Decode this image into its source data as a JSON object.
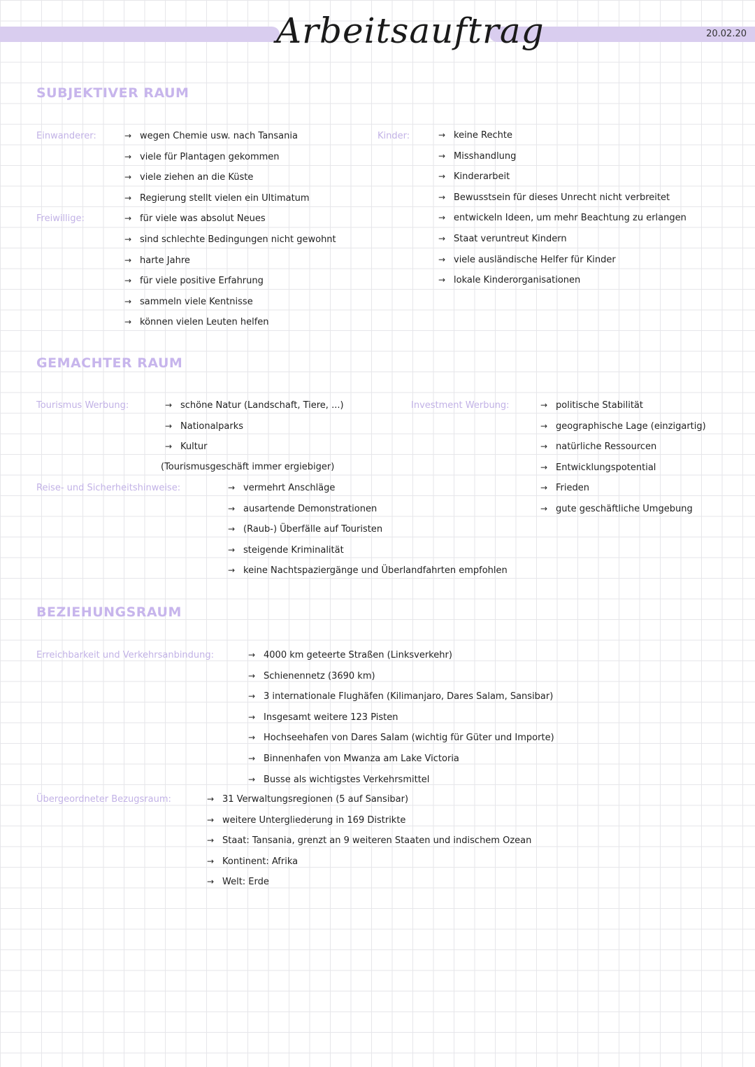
{
  "header": {
    "title": "Arbeitsauftrag",
    "date": "20.02.20"
  },
  "sections": {
    "subjektiver": {
      "heading": "SUBJEKTIVER RAUM",
      "einwanderer_label": "Einwanderer:",
      "freiwillige_label": "Freiwillige:",
      "kinder_label": "Kinder:",
      "left_items": [
        "wegen Chemie usw. nach Tansania",
        "viele für Plantagen gekommen",
        "viele ziehen an die Küste",
        "Regierung stellt vielen ein Ultimatum",
        "für viele was absolut Neues",
        "sind schlechte Bedingungen nicht gewohnt",
        "harte Jahre",
        "für viele positive Erfahrung",
        "sammeln viele Kentnisse",
        "können vielen Leuten helfen"
      ],
      "kinder_items": [
        "keine Rechte",
        "Misshandlung",
        "Kinderarbeit",
        "Bewusstsein für dieses Unrecht nicht verbreitet",
        "entwickeln Ideen, um mehr Beachtung zu erlangen",
        "Staat veruntreut Kindern",
        "viele ausländische Helfer für Kinder",
        "lokale Kinderorganisationen"
      ]
    },
    "gemachter": {
      "heading": "GEMACHTER RAUM",
      "tourismus_label": "Tourismus Werbung:",
      "tourismus_items": [
        "schöne Natur (Landschaft, Tiere, ...)",
        "Nationalparks",
        "Kultur"
      ],
      "tourismus_note": "(Tourismusgeschäft immer ergiebiger)",
      "reise_label": "Reise- und Sicherheitshinweise:",
      "reise_items": [
        "vermehrt Anschläge",
        "ausartende Demonstrationen",
        "(Raub-) Überfälle auf Touristen",
        "steigende Kriminalität",
        "keine Nachtspaziergänge und Überlandfahrten empfohlen"
      ],
      "investment_label": "Investment Werbung:",
      "investment_items": [
        "politische Stabilität",
        "geographische Lage (einzigartig)",
        "natürliche Ressourcen",
        "Entwicklungspotential",
        "Frieden",
        "gute geschäftliche Umgebung"
      ]
    },
    "beziehung": {
      "heading": "BEZIEHUNGSRAUM",
      "erreich_label": "Erreichbarkeit und Verkehrsanbindung:",
      "erreich_items": [
        "4000 km geteerte Straßen (Linksverkehr)",
        "Schienennetz (3690 km)",
        "3 internationale Flughäfen (Kilimanjaro, Dares Salam, Sansibar)",
        "Insgesamt weitere 123 Pisten",
        "Hochseehafen von Dares Salam (wichtig für Güter und Importe)",
        "Binnenhafen von Mwanza am Lake Victoria",
        "Busse als wichtigstes Verkehrsmittel"
      ],
      "ueber_label": "Übergeordneter Bezugsraum:",
      "ueber_items": [
        "31 Verwaltungsregionen (5 auf Sansibar)",
        "weitere Untergliederung in 169 Distrikte",
        "Staat: Tansania, grenzt an 9 weiteren Staaten und indischem Ozean",
        "Kontinent: Afrika",
        "Welt: Erde"
      ]
    }
  },
  "arrow_glyph": "→"
}
